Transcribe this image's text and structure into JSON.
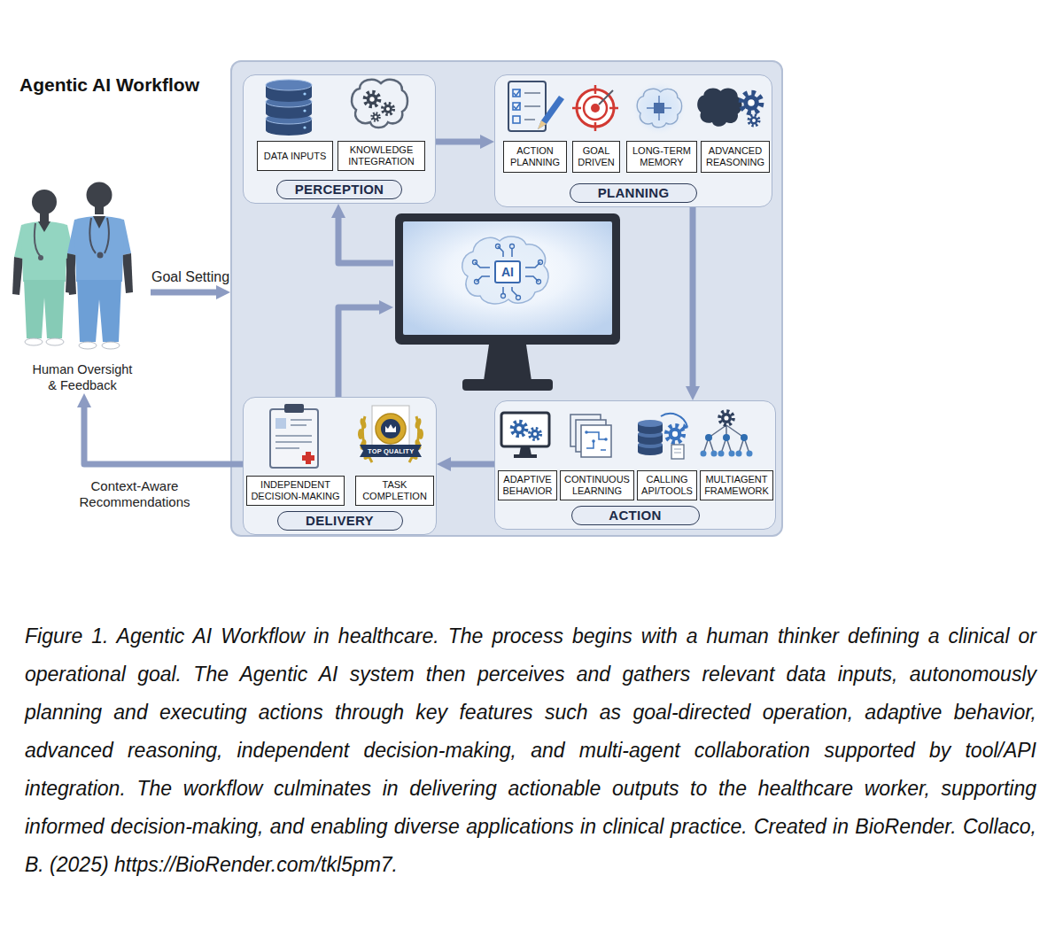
{
  "diagram": {
    "caption": "Figure 1. Agentic AI Workflow in healthcare. The process begins with a human thinker defining a clinical or operational goal. The Agentic AI system then perceives and gathers relevant data inputs, autonomously planning and executing actions through key features such as goal-directed operation, adaptive behavior, advanced reasoning, independent decision-making, and multi-agent collaboration supported by tool/API integration. The workflow culminates in delivering actionable outputs to the healthcare worker, supporting informed decision-making, and enabling diverse applications in clinical practice. Created in BioRender. Collaco, B. (2025) https://BioRender.com/tkl5pm7.",
    "nodes": [
      {
        "text": [
          "Agentic AI Workflow"
        ]
      },
      {
        "text": [
          "PERCEPTION"
        ],
        "in": 0
      },
      {
        "text": [
          "DATA INPUTS"
        ],
        "in": 1
      },
      {
        "text": [
          "KNOWLEDGE INTEGRATION"
        ],
        "in": 1
      },
      {
        "text": [
          "PLANNING"
        ],
        "in": 0
      },
      {
        "text": [
          "ACTION PLANNING"
        ],
        "in": 4
      },
      {
        "text": [
          "GOAL DRIVEN"
        ],
        "in": 4
      },
      {
        "text": [
          "LONG-TERM MEMORY"
        ],
        "in": 4
      },
      {
        "text": [
          "ADVANCED REASONING"
        ],
        "in": 4
      },
      {
        "text": [
          "AI"
        ],
        "in": 0
      },
      {
        "text": [
          "DELIVERY"
        ],
        "in": 0
      },
      {
        "text": [
          "INDEPENDENT DECISION-MAKING"
        ],
        "in": 10
      },
      {
        "text": [
          "TASK COMPLETION"
        ],
        "in": 10
      },
      {
        "text": [
          "ACTION"
        ],
        "in": 0
      },
      {
        "text": [
          "ADAPTIVE BEHAVIOR"
        ],
        "in": 13
      },
      {
        "text": [
          "CONTINUOUS LEARNING"
        ],
        "in": 13
      },
      {
        "text": [
          "CALLING API/TOOLS"
        ],
        "in": 13
      },
      {
        "text": [
          "MULTIAGENT FRAMEWORK"
        ],
        "in": 13
      },
      {
        "text": [
          "Human Oversight & Feedback"
        ]
      }
    ],
    "edges": [
      {
        "from": 18,
        "to": 0,
        "arrow": "to",
        "label": "Goal Setting"
      },
      {
        "from": 1,
        "to": 4,
        "arrow": "to"
      },
      {
        "from": 4,
        "to": 13,
        "arrow": "to"
      },
      {
        "from": 13,
        "to": 10,
        "arrow": "to"
      },
      {
        "from": 10,
        "to": 9,
        "arrow": "to"
      },
      {
        "from": 9,
        "to": 1,
        "arrow": "to"
      },
      {
        "from": 10,
        "to": 18,
        "arrow": "to",
        "label": "Context-Aware Recommendations"
      }
    ],
    "labels": [
      "TOP QUALITY"
    ]
  }
}
